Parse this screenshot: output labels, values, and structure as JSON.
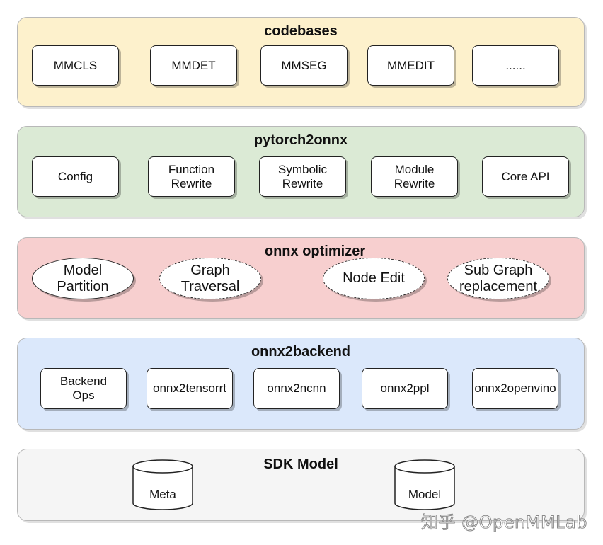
{
  "layers": {
    "codebases": {
      "title": "codebases",
      "fill": "#fdf1cc",
      "items": [
        "MMCLS",
        "MMDET",
        "MMSEG",
        "MMEDIT",
        "......"
      ]
    },
    "pytorch2onnx": {
      "title": "pytorch2onnx",
      "fill": "#dbead5",
      "items": [
        "Config",
        "Function\nRewrite",
        "Symbolic\nRewrite",
        "Module\nRewrite",
        "Core API"
      ]
    },
    "onnx_optimizer": {
      "title": "onnx optimizer",
      "fill": "#f7cfcf",
      "items": [
        "Model\nPartition",
        "Graph\nTraversal",
        "Node Edit",
        "Sub Graph\nreplacement"
      ]
    },
    "onnx2backend": {
      "title": "onnx2backend",
      "fill": "#dbe8fb",
      "items": [
        "Backend\nOps",
        "onnx2tensorrt",
        "onnx2ncnn",
        "onnx2ppl",
        "onnx2openvino"
      ]
    },
    "sdk_model": {
      "title": "SDK Model",
      "fill": "#f5f5f5",
      "items": [
        "Meta",
        "Model"
      ]
    }
  },
  "watermark": "知乎 @OpenMMLab"
}
